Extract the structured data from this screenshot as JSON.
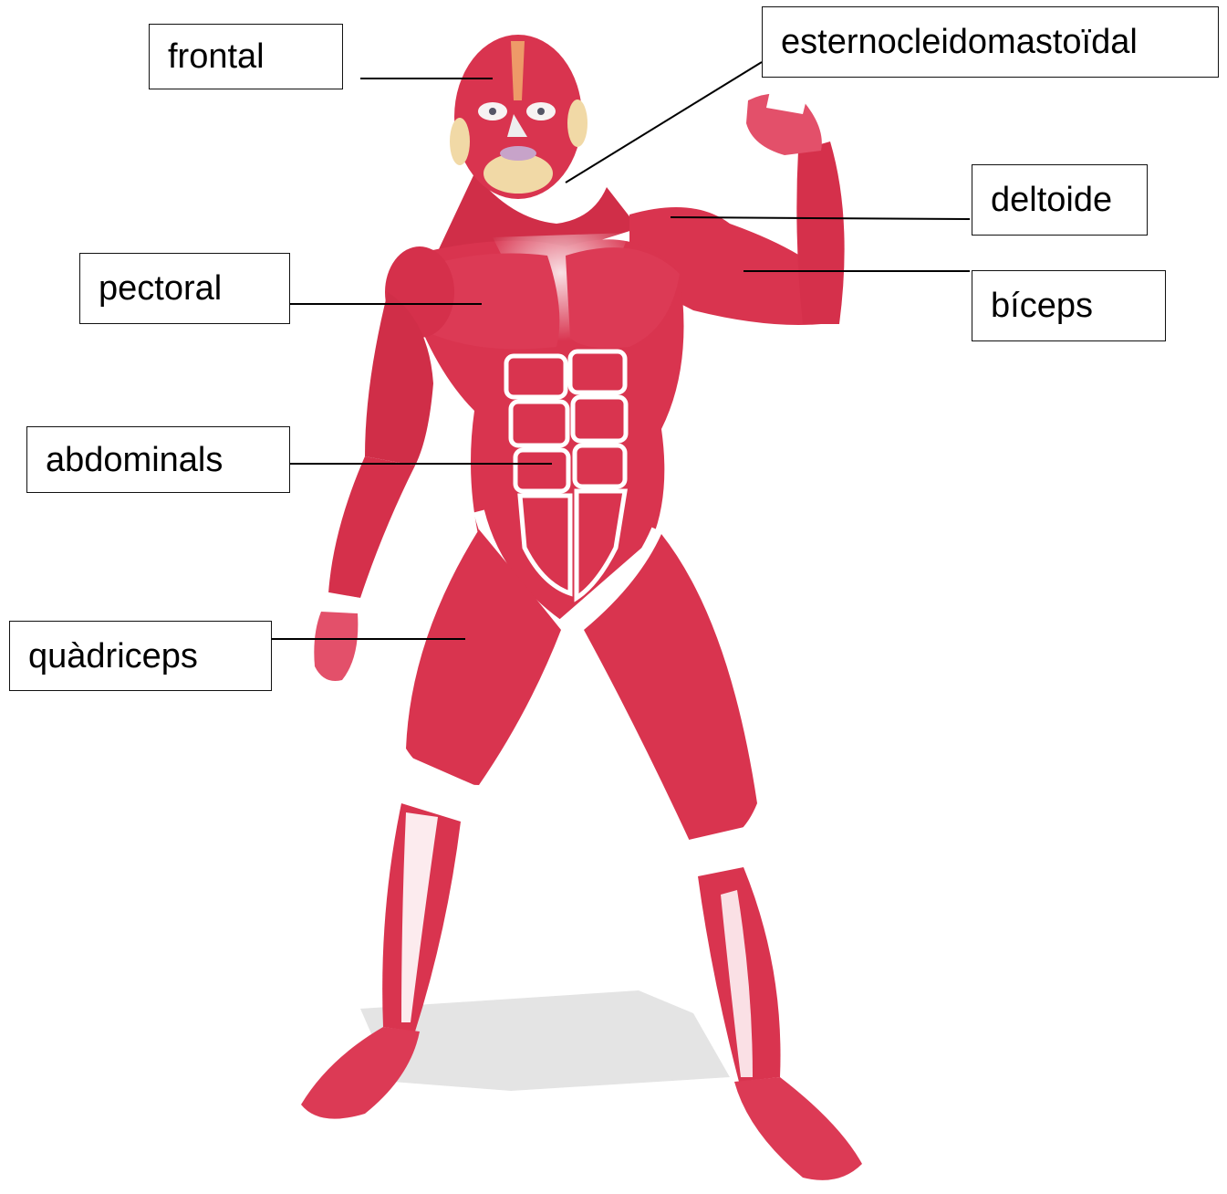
{
  "diagram": {
    "labels": {
      "frontal": "frontal",
      "esternocleidomastoidal": "esternocleidomastoïdal",
      "deltoide": "deltoide",
      "pectoral": "pectoral",
      "biceps": "bíceps",
      "abdominals": "abdominals",
      "quadriceps": "quàdriceps"
    },
    "colors": {
      "muscle": "#d9344f",
      "muscle_dark": "#b0213a",
      "muscle_light": "#ec6a82",
      "tendon": "#ffffff",
      "shadow": "#e4e4e4",
      "skin": "#f1d9a6",
      "leader_line": "#000000"
    }
  }
}
